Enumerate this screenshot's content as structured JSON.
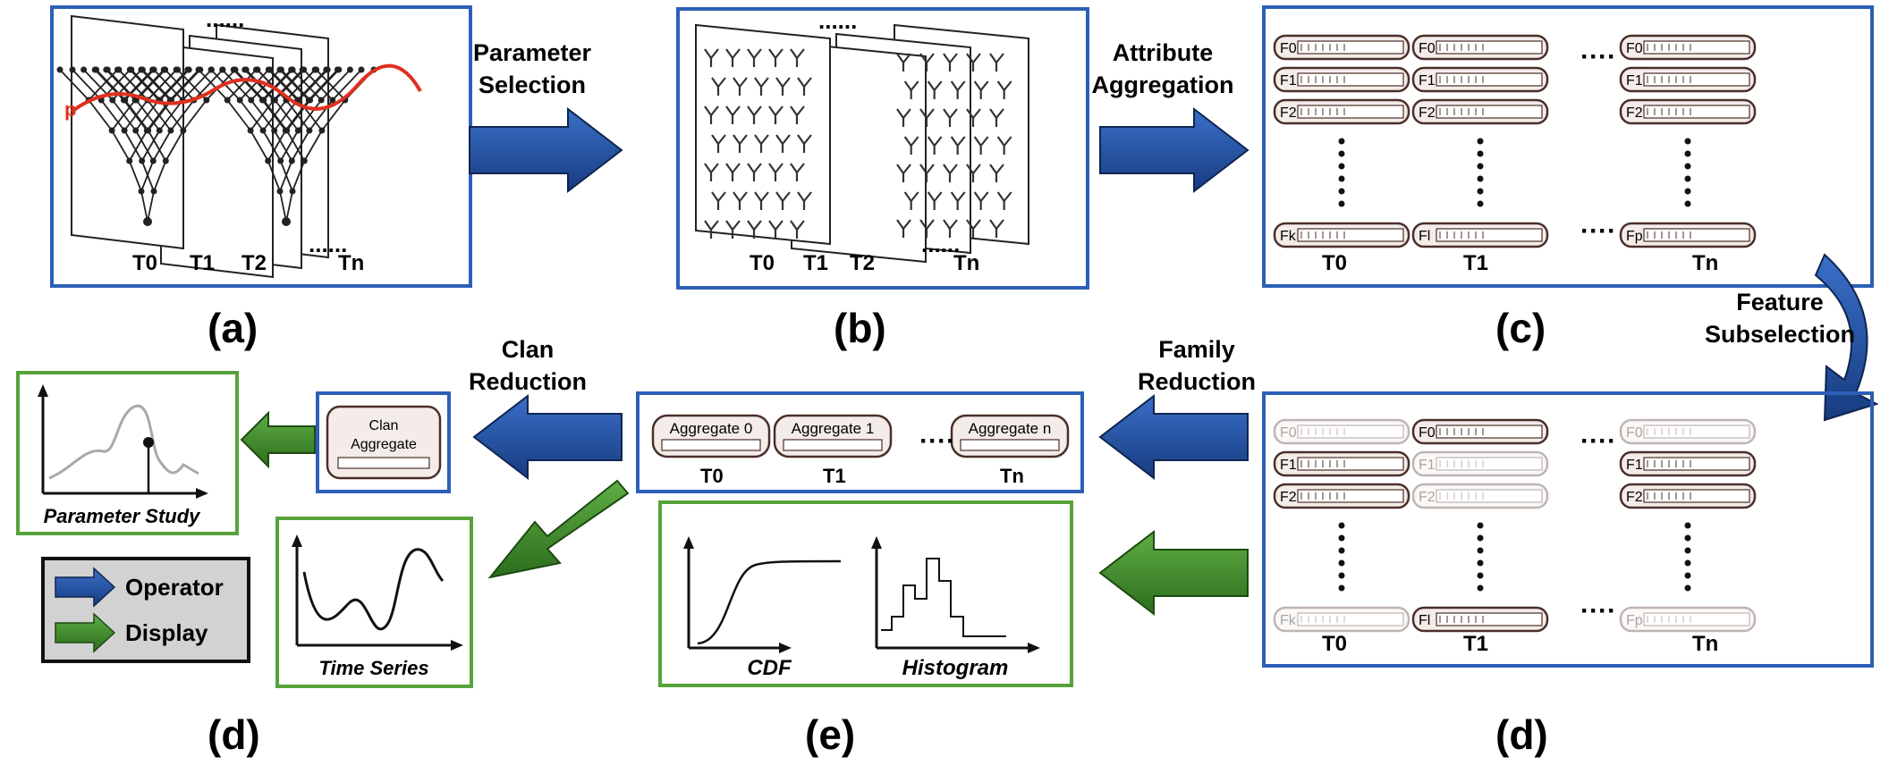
{
  "colors": {
    "operator_blue": "#1f4fa0",
    "display_green": "#3c8c2a",
    "frame_blue": "#2d5fb8",
    "frame_green": "#57a33b",
    "feature_fill": "#f4ece8",
    "feature_border": "#4a2f2a",
    "curve_red": "#e03020",
    "curve_gray": "#a9a9a9"
  },
  "panels": {
    "a": {
      "label": "(a)",
      "times": [
        "T0",
        "T1",
        "T2",
        "Tn"
      ],
      "dots": "......",
      "param_marker": "p"
    },
    "b": {
      "label": "(b)",
      "times": [
        "T0",
        "T1",
        "T2",
        "Tn"
      ],
      "dots": "......"
    },
    "c": {
      "label": "(c)",
      "times": [
        "T0",
        "T1",
        "Tn"
      ],
      "col0": [
        "F0",
        "F1",
        "F2",
        "Fk"
      ],
      "col1": [
        "F0",
        "F1",
        "F2",
        "Fl"
      ],
      "col2": [
        "F0",
        "F1",
        "F2",
        "Fp"
      ],
      "hdots": "····"
    },
    "d_right": {
      "label": "(d)",
      "times": [
        "T0",
        "T1",
        "Tn"
      ],
      "col0": [
        "F0",
        "F1",
        "F2",
        "Fk"
      ],
      "col1": [
        "F0",
        "F1",
        "F2",
        "Fl"
      ],
      "col2": [
        "F0",
        "F1",
        "F2",
        "Fp"
      ],
      "hdots": "····"
    },
    "e": {
      "label": "(e)",
      "aggregates": [
        "Aggregate 0",
        "Aggregate 1",
        "Aggregate n"
      ],
      "times": [
        "T0",
        "T1",
        "Tn"
      ],
      "hdots": "····",
      "cdf_label": "CDF",
      "hist_label": "Histogram"
    },
    "d_left": {
      "label": "(d)",
      "clan_label": "Clan Aggregate",
      "param_study": "Parameter Study",
      "time_series": "Time Series"
    }
  },
  "operators": {
    "parameter_selection": "Parameter Selection",
    "attribute_aggregation": "Attribute Aggregation",
    "feature_subselection": "Feature Subselection",
    "family_reduction": "Family Reduction",
    "clan_reduction": "Clan Reduction"
  },
  "legend": {
    "operator": "Operator",
    "display": "Display"
  }
}
